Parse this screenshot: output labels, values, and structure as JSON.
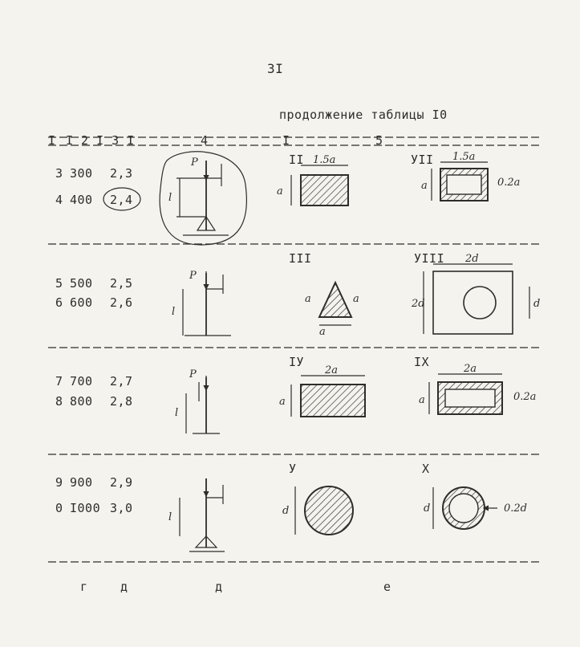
{
  "page_number": "3I",
  "caption": "продолжение таблицы I0",
  "header": {
    "col1": "I",
    "col2": "I  2  I  3  I",
    "col4": "4",
    "sep": "I",
    "col5": "5"
  },
  "rows": [
    {
      "num": "3",
      "val": "300",
      "coef": "2,3"
    },
    {
      "num": "4",
      "val": "400",
      "coef": "2,4"
    },
    {
      "num": "5",
      "val": "500",
      "coef": "2,5"
    },
    {
      "num": "6",
      "val": "600",
      "coef": "2,6"
    },
    {
      "num": "7",
      "val": "700",
      "coef": "2,7"
    },
    {
      "num": "8",
      "val": "800",
      "coef": "2,8"
    },
    {
      "num": "9",
      "val": "900",
      "coef": "2,9"
    },
    {
      "num": "0",
      "val": "I000",
      "coef": "3,0"
    }
  ],
  "sections": {
    "s2": "II",
    "s7": "УII",
    "s3": "III",
    "s8": "УIII",
    "s4": "IУ",
    "s9": "IX",
    "s5": "У",
    "s10": "X"
  },
  "dims": {
    "w15a": "1.5a",
    "a": "a",
    "w02a": "0.2a",
    "w2d": "2d",
    "d": "d",
    "w2a": "2a",
    "w02d": "0.2d",
    "P": "P",
    "l": "l"
  },
  "footer": {
    "g": "г",
    "d1": "д",
    "d2": "д",
    "e": "е"
  }
}
